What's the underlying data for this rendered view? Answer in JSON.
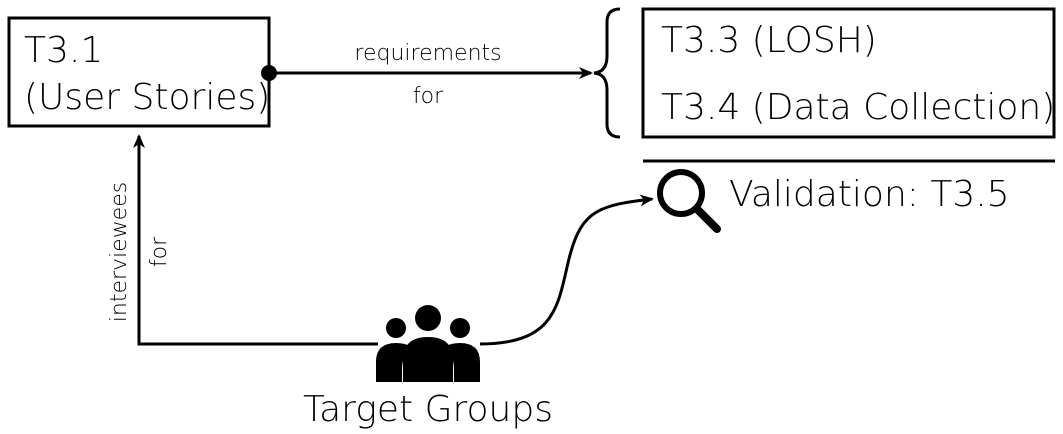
{
  "nodes": {
    "t31": {
      "line1": "T3.1",
      "line2": "(User Stories)"
    },
    "t33": {
      "label": "T3.3 (LOSH)"
    },
    "t34": {
      "label": "T3.4 (Data Collection)"
    },
    "validation": {
      "label": "Validation: T3.5",
      "icon": "magnifier-icon"
    },
    "target_groups": {
      "label": "Target Groups",
      "icon": "people-group-icon"
    }
  },
  "edges": {
    "requirements": {
      "line1": "requirements",
      "line2": "for"
    },
    "interviewees": {
      "line1": "interviewees",
      "line2": "for"
    }
  },
  "colors": {
    "ink": "#000000",
    "background": "#ffffff"
  }
}
